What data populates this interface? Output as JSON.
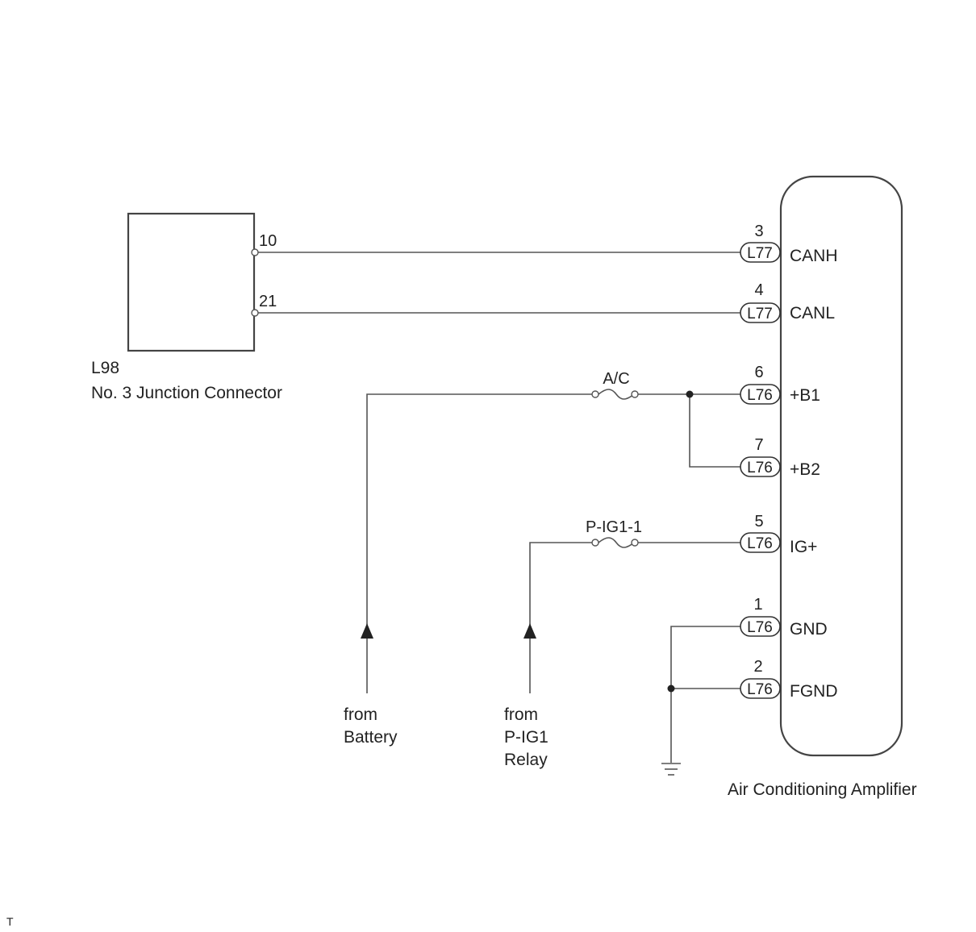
{
  "junction": {
    "code": "L98",
    "name": "No. 3 Junction Connector",
    "pins": {
      "canh": "10",
      "canl": "21"
    }
  },
  "amplifier": {
    "name": "Air Conditioning Amplifier",
    "terminals": [
      {
        "pin": "3",
        "connector": "L77",
        "label": "CANH"
      },
      {
        "pin": "4",
        "connector": "L77",
        "label": "CANL"
      },
      {
        "pin": "6",
        "connector": "L76",
        "label": "+B1"
      },
      {
        "pin": "7",
        "connector": "L76",
        "label": "+B2"
      },
      {
        "pin": "5",
        "connector": "L76",
        "label": "IG+"
      },
      {
        "pin": "1",
        "connector": "L76",
        "label": "GND"
      },
      {
        "pin": "2",
        "connector": "L76",
        "label": "FGND"
      }
    ]
  },
  "fuses": {
    "ac": "A/C",
    "pig": "P-IG1-1"
  },
  "sources": {
    "battery": {
      "line1": "from",
      "line2": "Battery"
    },
    "relay": {
      "line1": "from",
      "line2": "P-IG1",
      "line3": "Relay"
    }
  },
  "footer_mark": "T"
}
